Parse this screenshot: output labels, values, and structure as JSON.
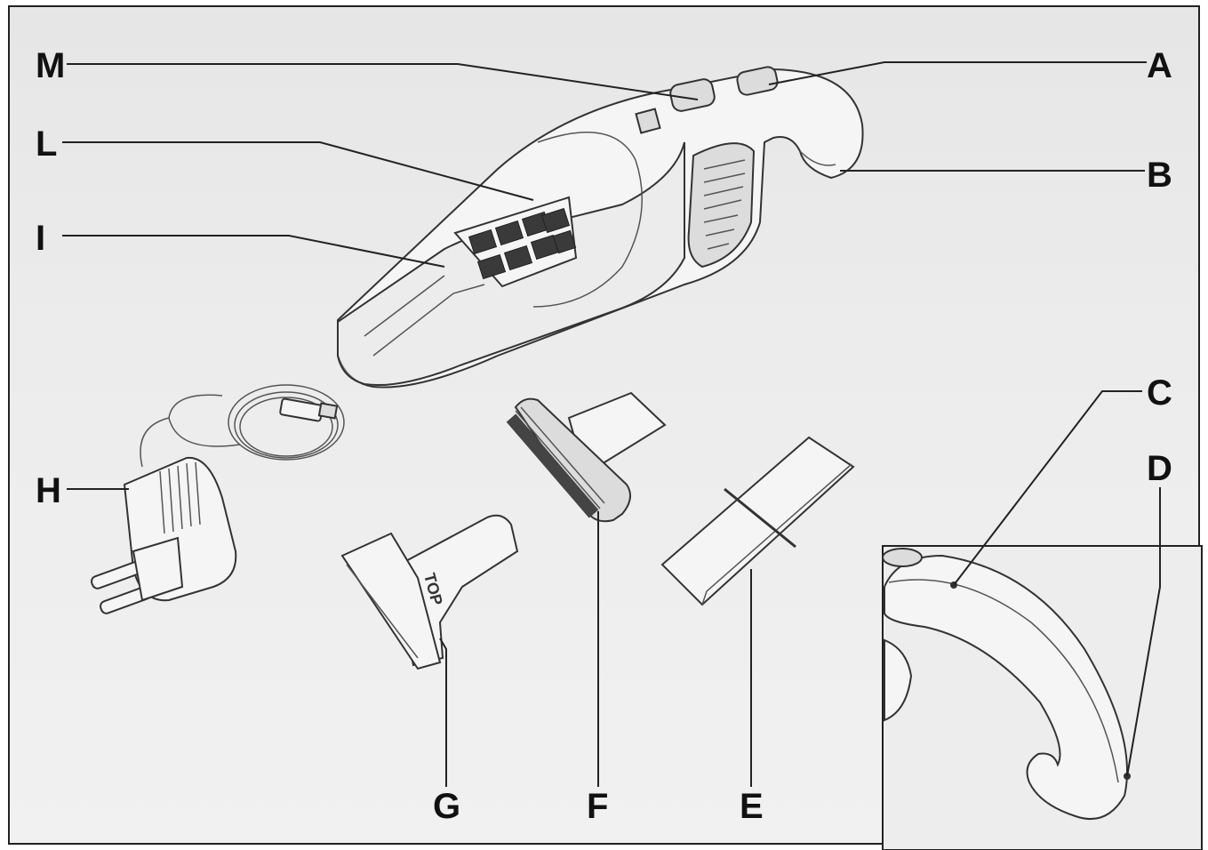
{
  "labels": {
    "A": "A",
    "B": "B",
    "C": "C",
    "D": "D",
    "E": "E",
    "F": "F",
    "G": "G",
    "H": "H",
    "I": "I",
    "L": "L",
    "M": "M"
  },
  "nozzle_text": "TOP",
  "colors": {
    "line": "#222222",
    "background": "#ececec",
    "part_fill": "#f5f5f5"
  }
}
